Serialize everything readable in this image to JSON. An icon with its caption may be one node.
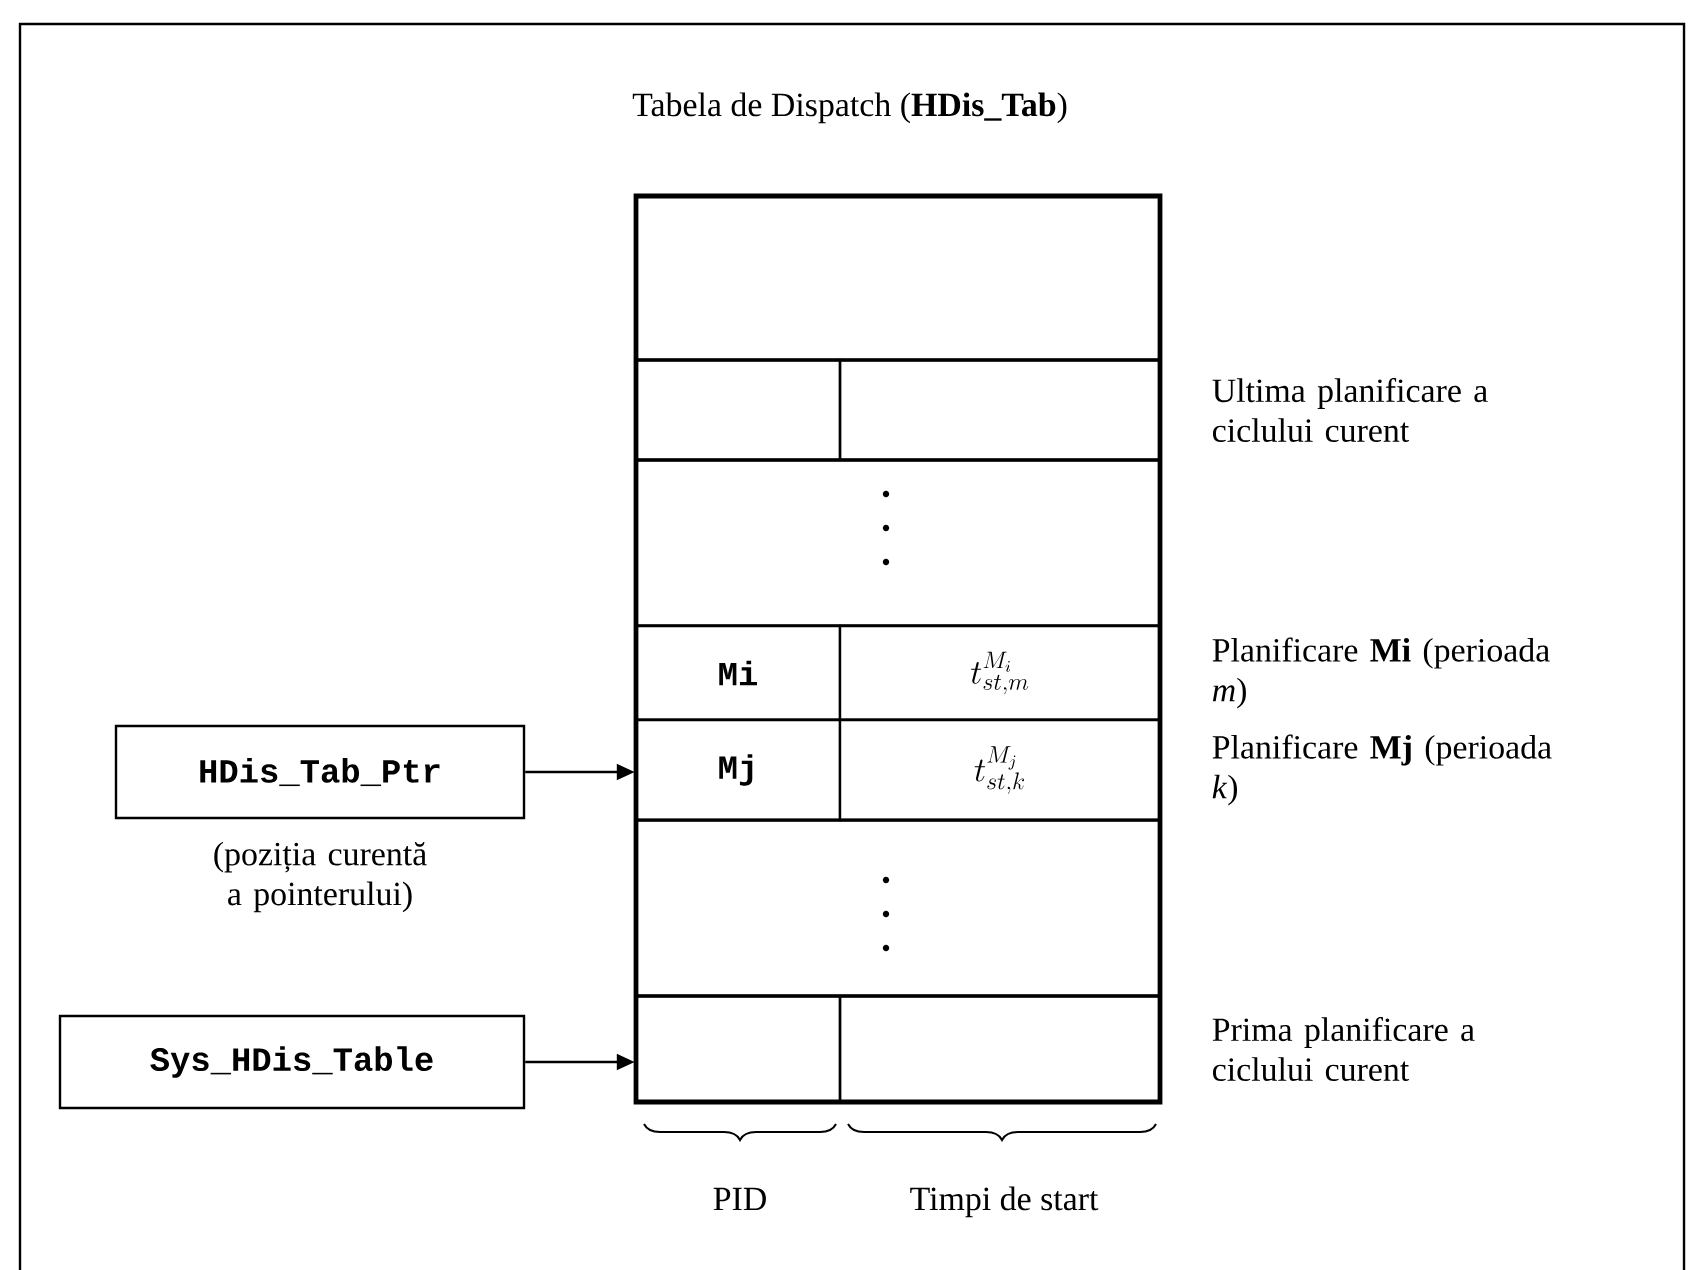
{
  "diagram": {
    "nodes": [
      {
        "text": [
          "Tabela de Dispatch (**HDis_Tab**)"
        ]
      },
      {
        "text": [],
        "shape": "box",
        "in": 0
      },
      {
        "text": [],
        "shape": "box",
        "in": 0,
        "beside": [
          "Ultima planificare a ciclului curent"
        ]
      },
      {
        "text": [],
        "shape": "box",
        "in": 2
      },
      {
        "text": [],
        "shape": "box",
        "in": 2
      },
      {
        "text": [],
        "shape": "box",
        "in": 0
      },
      {
        "text": [],
        "shape": "box",
        "in": 0,
        "beside": [
          "Planificare **Mi** (perioada *m*)"
        ]
      },
      {
        "text": [
          "Mi"
        ],
        "in": 6
      },
      {
        "text": [
          "t_{st,m}^{M_i}"
        ],
        "in": 6
      },
      {
        "text": [],
        "shape": "box",
        "in": 0,
        "beside": [
          "Planificare **Mj** (perioada *k*)"
        ]
      },
      {
        "text": [
          "Mj"
        ],
        "in": 9
      },
      {
        "text": [
          "t_{st,k}^{M_j}"
        ],
        "in": 9
      },
      {
        "text": [],
        "shape": "box",
        "in": 0
      },
      {
        "text": [],
        "shape": "box",
        "in": 0,
        "beside": [
          "Prima planificare a ciclului curent"
        ]
      },
      {
        "text": [],
        "shape": "box",
        "in": 13
      },
      {
        "text": [],
        "shape": "box",
        "in": 13
      },
      {
        "text": [
          "HDis_Tab_Ptr"
        ],
        "beside": [
          "(poziția curentă a pointerului)"
        ]
      },
      {
        "text": [
          "Sys_HDis_Table"
        ]
      }
    ],
    "edges": [
      {
        "from": 16,
        "to": 10,
        "arrow": "to"
      },
      {
        "from": 17,
        "to": 14,
        "arrow": "to"
      }
    ],
    "labels": [
      "PID",
      "Timpi de start"
    ]
  }
}
